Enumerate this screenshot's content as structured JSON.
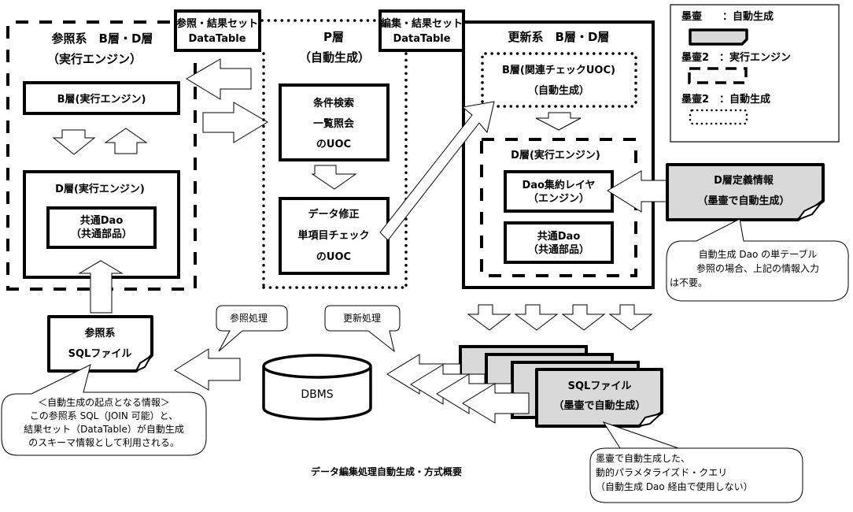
{
  "title": "データ編集処理自動生成・方式概要",
  "legend": {
    "items": [
      {
        "label": "墨壷　　：自動生成",
        "style": "gray-document-box"
      },
      {
        "label": "墨壷2　：実行エンジン",
        "style": "dashed-box"
      },
      {
        "label": "墨壷2　：自動生成",
        "style": "dotted-box"
      }
    ]
  },
  "reference_layer": {
    "title_line1": "参照系　B層・D層",
    "title_line2": "（実行エンジン）",
    "b_layer": "B層(実行エンジン)",
    "d_layer": "D層(実行エンジン)",
    "common_dao_line1": "共通Dao",
    "common_dao_line2": "（共通部品）"
  },
  "tags": {
    "ref_result_line1": "参照・結果セット",
    "ref_result_line2": "DataTable",
    "edit_result_line1": "編集・結果セット",
    "edit_result_line2": "DataTable"
  },
  "p_layer": {
    "title_line1": "P層",
    "title_line2": "（自動生成）",
    "search_uoc": [
      "条件検索",
      "一覧照会",
      "のUOC"
    ],
    "edit_uoc": [
      "データ修正",
      "単項目チェック",
      "のUOC"
    ]
  },
  "update_layer": {
    "title": "更新系　B層・D層",
    "b_layer_line1": "B層(関連チェックUOC)",
    "b_layer_line2": "（自動生成）",
    "d_layer": "D層(実行エンジン)",
    "dao_agg_line1": "Dao集約レイヤ",
    "dao_agg_line2": "（エンジン）",
    "common_dao_line1": "共通Dao",
    "common_dao_line2": "（共通部品）"
  },
  "d_def_info": {
    "line1": "D層定義情報",
    "line2": "（墨壷で自動生成）"
  },
  "callouts": {
    "d_def_note": [
      "自動生成 Dao の単テーブル",
      "参照の場合、上記の情報入力",
      "は不要。"
    ],
    "ref_process": "参照処理",
    "update_process": "更新処理",
    "ref_sql_note": [
      "＜自動生成の起点となる情報＞",
      "この参照系 SQL（JOIN 可能）と、",
      "結果セット（DataTable）が自動生成",
      "のスキーマ情報として利用される。"
    ],
    "sql_file_note": [
      "墨壷で自動生成した、",
      "動的パラメタライズド・クエリ",
      "（自動生成 Dao 経由で使用しない）"
    ]
  },
  "ref_sql_file": {
    "line1": "参照系",
    "line2": "SQLファイル"
  },
  "dbms": {
    "label": "DBMS"
  },
  "sql_files": {
    "line1": "SQLファイル",
    "line2": "（墨壷で自動生成）"
  },
  "colors": {
    "gray_fill": "#d9d9d9",
    "stroke": "#000000"
  }
}
